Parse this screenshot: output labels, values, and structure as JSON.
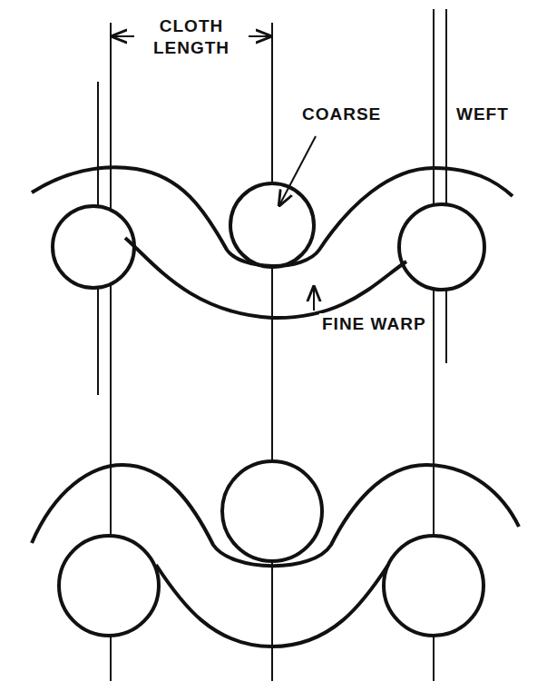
{
  "diagram": {
    "labels": [
      "CLOTH LENGTH",
      "COARSE",
      "WEFT",
      "FINE WARP"
    ]
  }
}
